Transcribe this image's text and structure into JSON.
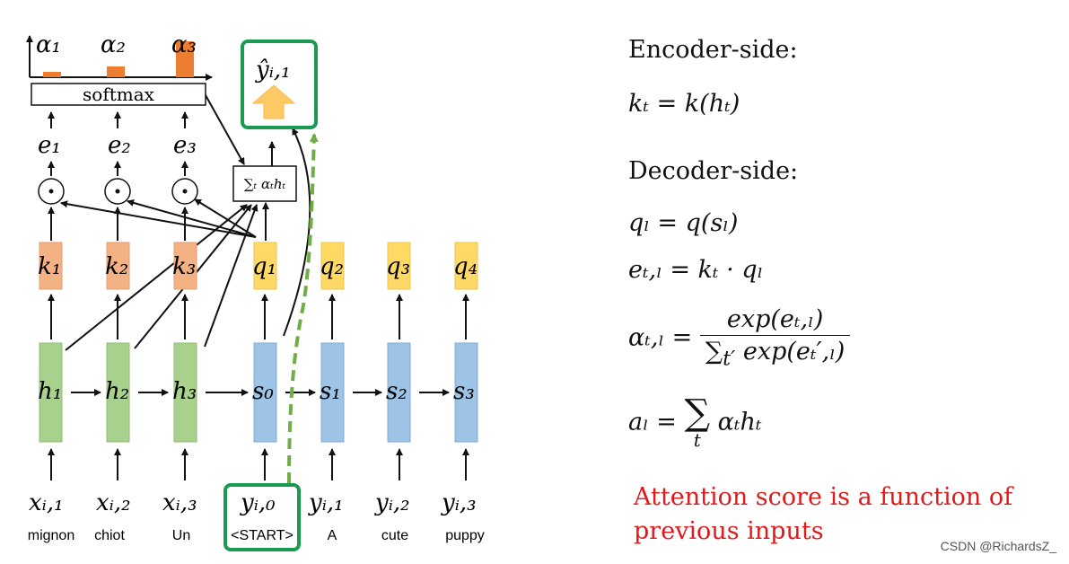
{
  "diagram": {
    "alphas": [
      "α₁",
      "α₂",
      "α₃"
    ],
    "softmax_label": "softmax",
    "energies": [
      "e₁",
      "e₂",
      "e₃"
    ],
    "dot_symbol": "⊙",
    "context_label": "∑ₜ αₜhₜ",
    "output_label": "ŷᵢ,₁",
    "keys": [
      "k₁",
      "k₂",
      "k₃"
    ],
    "queries": [
      "q₁",
      "q₂",
      "q₃",
      "q₄"
    ],
    "encoder_states": [
      "h₁",
      "h₂",
      "h₃"
    ],
    "decoder_states": [
      "s₀",
      "s₁",
      "s₂",
      "s₃"
    ],
    "inputs": [
      "xᵢ,₁",
      "xᵢ,₂",
      "xᵢ,₃",
      "yᵢ,₀",
      "yᵢ,₁",
      "yᵢ,₂",
      "yᵢ,₃"
    ],
    "words": [
      "mignon",
      "chiot",
      "Un",
      "<START>",
      "A",
      "cute",
      "puppy"
    ],
    "alpha_levels": [
      0.15,
      0.3,
      1.0
    ]
  },
  "equations": {
    "encoder_heading": "Encoder-side:",
    "key_eq": "kₜ = k(hₜ)",
    "decoder_heading": "Decoder-side:",
    "query_eq": "qₗ = q(sₗ)",
    "energy_eq": "eₜ,ₗ = kₜ · qₗ",
    "alpha_lhs": "αₜ,ₗ =",
    "alpha_num": "exp(eₜ,ₗ)",
    "alpha_den_sum": "∑",
    "alpha_den_sub": "t′",
    "alpha_den_rest": "exp(eₜ′,ₗ)",
    "a_lhs": "aₗ =",
    "a_sum": "∑",
    "a_sub": "t",
    "a_rhs": "αₜhₜ"
  },
  "note": {
    "line1": "Attention score is a function of",
    "line2": "previous inputs"
  },
  "watermark": "CSDN @RichardsZ_",
  "colors": {
    "encoder_state": "#a9d18e",
    "decoder_state": "#9dc3e6",
    "key": "#f4b183",
    "query": "#ffd966",
    "alpha_bar": "#ed7d31",
    "highlight_box": "#1a9a50",
    "dashed_path": "#70ad47",
    "output_arrow": "#ffc966",
    "note_text": "#e0191b"
  }
}
